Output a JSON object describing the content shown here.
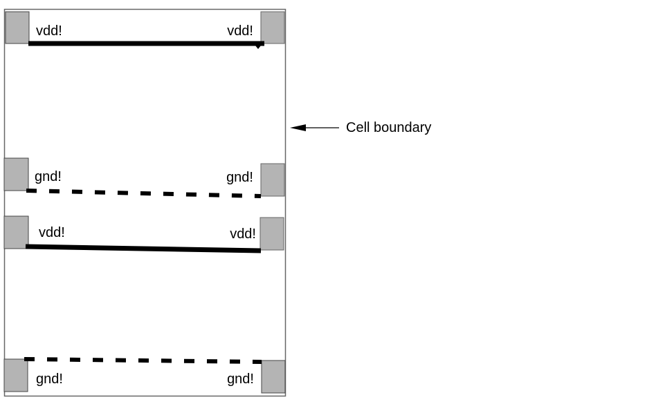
{
  "rails": [
    {
      "type": "power",
      "left_label": "vdd!",
      "right_label": "vdd!"
    },
    {
      "type": "ground",
      "left_label": "gnd!",
      "right_label": "gnd!"
    },
    {
      "type": "power",
      "left_label": "vdd!",
      "right_label": "vdd!"
    },
    {
      "type": "ground",
      "left_label": "gnd!",
      "right_label": "gnd!"
    }
  ],
  "annotation": {
    "label": "Cell boundary"
  },
  "colors": {
    "pad_fill": "#b4b4b4",
    "boundary": "#666666",
    "wire": "#000000"
  }
}
